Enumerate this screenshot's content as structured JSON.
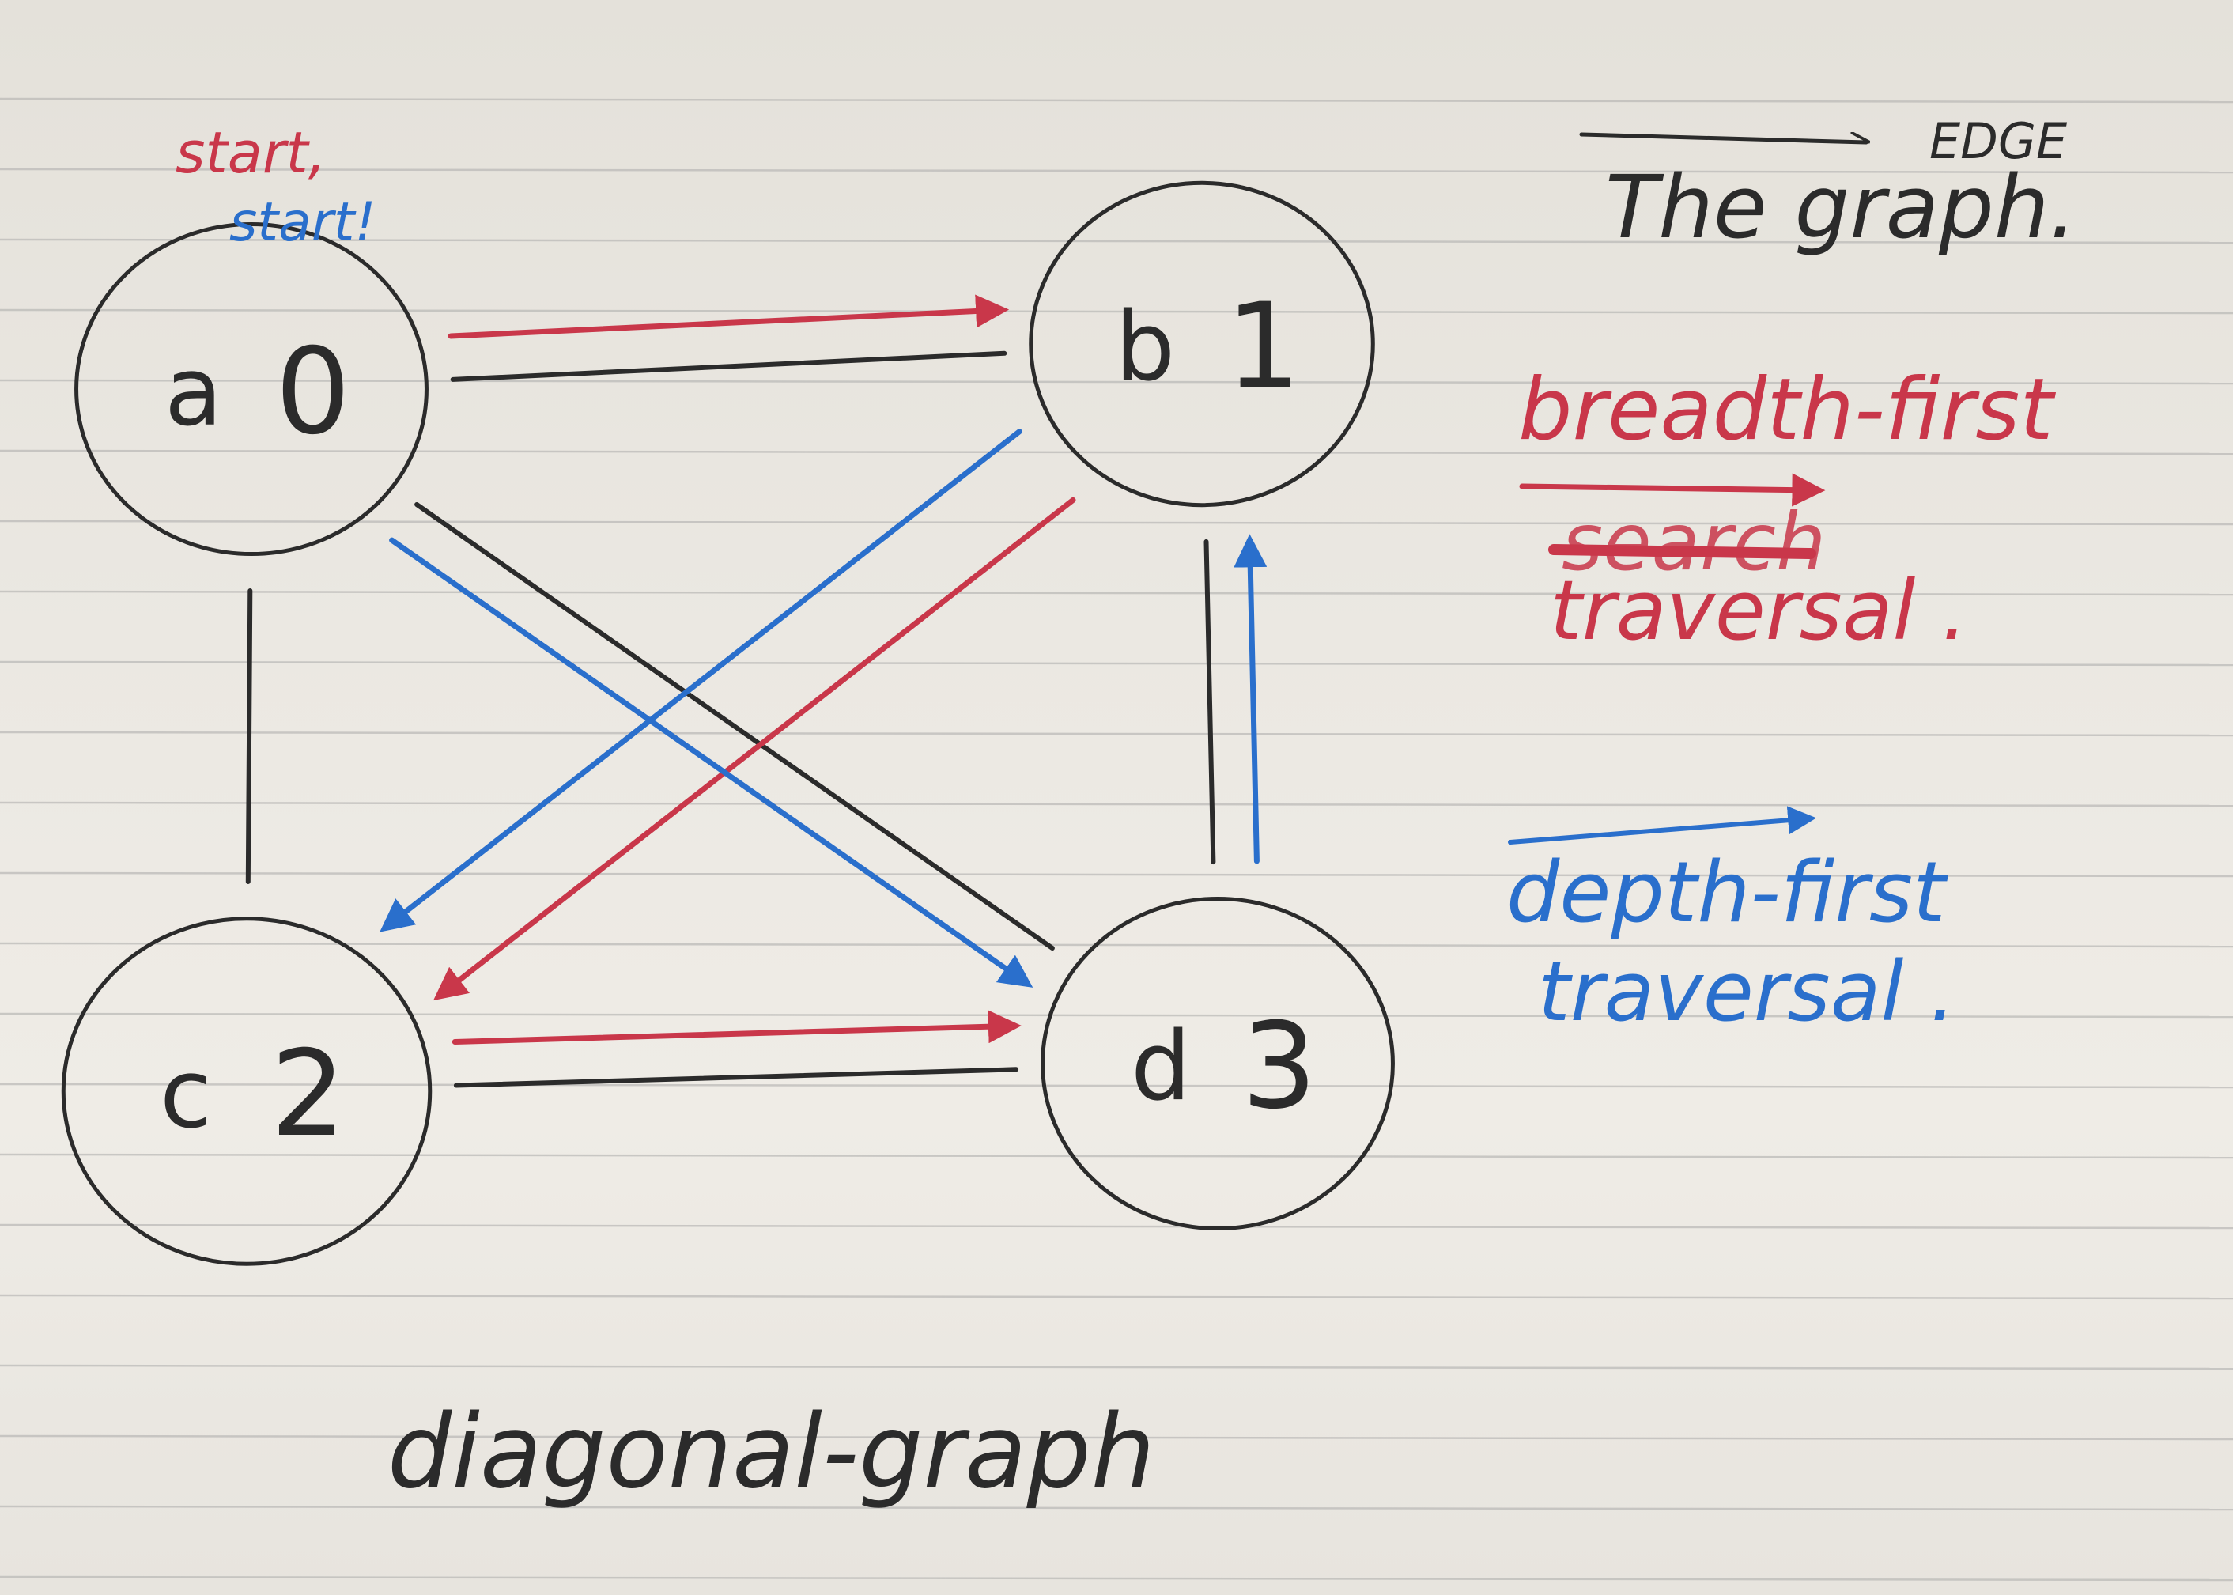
{
  "colors": {
    "paper": "#ece9e3",
    "rule": "#b9b8b6",
    "ink_black": "#2b2b2b",
    "ink_red": "#c9374a",
    "ink_blue": "#2a6fcc"
  },
  "nodes": [
    {
      "id": "a",
      "letter": "a",
      "number": "0"
    },
    {
      "id": "b",
      "letter": "b",
      "number": "1"
    },
    {
      "id": "c",
      "letter": "c",
      "number": "2"
    },
    {
      "id": "d",
      "letter": "d",
      "number": "3"
    }
  ],
  "edges": [
    {
      "from": "a",
      "to": "b"
    },
    {
      "from": "a",
      "to": "c"
    },
    {
      "from": "a",
      "to": "d"
    },
    {
      "from": "b",
      "to": "d"
    },
    {
      "from": "c",
      "to": "d"
    }
  ],
  "breadth_first_traversal": [
    {
      "from": "a",
      "to": "b"
    },
    {
      "from": "b",
      "to": "c"
    },
    {
      "from": "c",
      "to": "d"
    }
  ],
  "depth_first_traversal": [
    {
      "from": "a",
      "to": "d"
    },
    {
      "from": "d",
      "to": "b"
    },
    {
      "from": "b",
      "to": "c"
    }
  ],
  "annotations": {
    "start_red": "start,",
    "start_blue": "start!"
  },
  "legend": {
    "edge_label": "EDGE",
    "graph_label": "The graph.",
    "bfs_line1": "breadth-first",
    "bfs_struck": "search",
    "bfs_line2": "traversal .",
    "dfs_line1": "depth-first",
    "dfs_line2": "traversal ."
  },
  "caption": "diagonal-graph"
}
